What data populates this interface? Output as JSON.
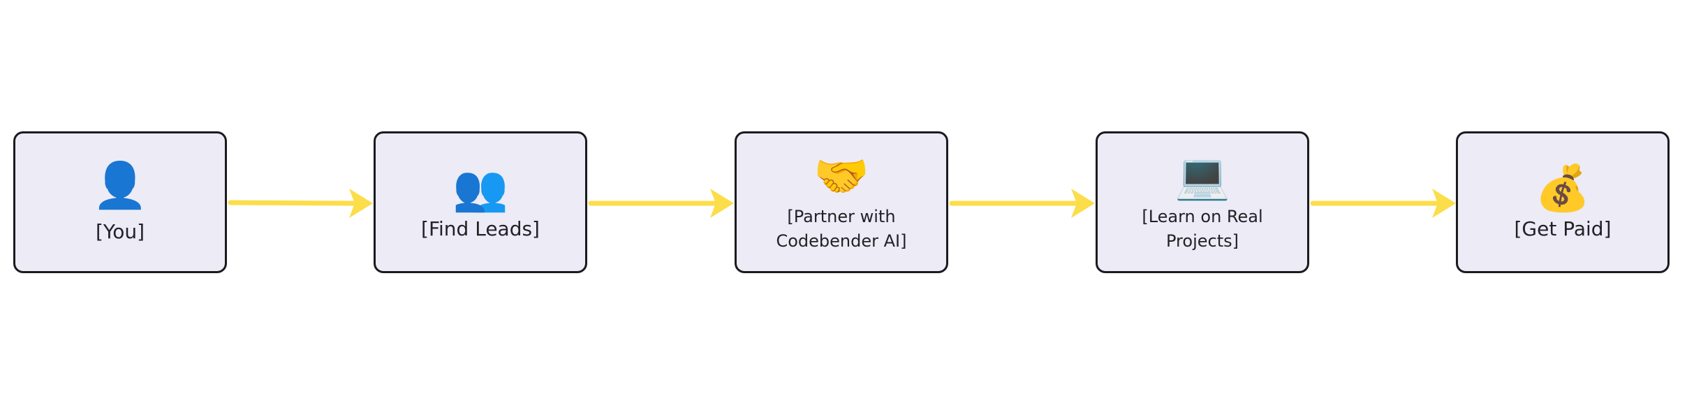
{
  "colors": {
    "arrow": "#fcdd4a",
    "node_fill": "#ecebf6",
    "node_border": "#1b1b1f",
    "text": "#222226"
  },
  "nodes": [
    {
      "icon": "👤",
      "icon_name": "person-silhouette-icon",
      "label": "[You]"
    },
    {
      "icon": "👥",
      "icon_name": "people-silhouette-icon",
      "label": "[Find Leads]"
    },
    {
      "icon": "🤝",
      "icon_name": "handshake-icon",
      "label": "[Partner with\nCodebender AI]"
    },
    {
      "icon": "💻",
      "icon_name": "laptop-icon",
      "label": "[Learn on Real\nProjects]"
    },
    {
      "icon": "💰",
      "icon_name": "money-bag-icon",
      "label": "[Get Paid]"
    }
  ],
  "edges": [
    {
      "from": 0,
      "to": 1
    },
    {
      "from": 1,
      "to": 2
    },
    {
      "from": 2,
      "to": 3
    },
    {
      "from": 3,
      "to": 4
    }
  ]
}
